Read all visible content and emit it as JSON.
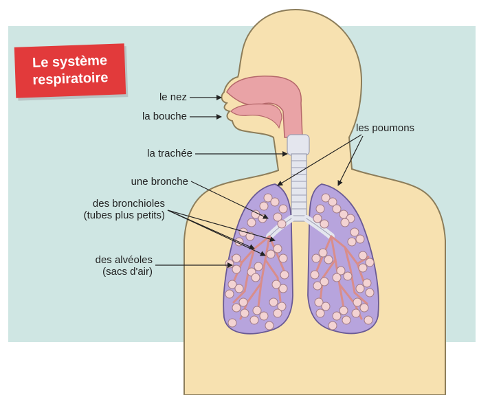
{
  "title": {
    "line1": "Le système",
    "line2": "respiratoire"
  },
  "labels": {
    "nose": "le nez",
    "mouth": "la bouche",
    "trachea": "la trachée",
    "lungs": "les poumons",
    "bronchus": "une bronche",
    "bronchioles_line1": "des bronchioles",
    "bronchioles_line2": "(tubes plus petits)",
    "alveoli_line1": "des alvéoles",
    "alveoli_line2": "(sacs d'air)"
  },
  "colors": {
    "background_panel": "#cfe6e3",
    "body_skin": "#f7e1b0",
    "body_outline": "#8c7d5a",
    "nasal_cavity": "#e9a3a6",
    "trachea": "#e4e6ee",
    "lungs": "#b7a4dd",
    "alveoli": "#f3d3d3",
    "bronchioles": "#d98d8a",
    "title_box": "#e23a3b"
  }
}
